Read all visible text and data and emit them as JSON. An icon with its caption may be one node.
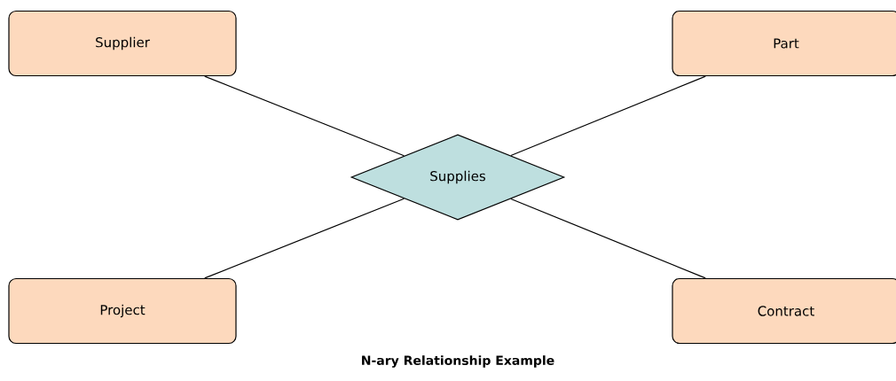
{
  "diagram": {
    "caption": "N-ary Relationship Example",
    "nodes": [
      {
        "text": [
          "Supplier"
        ]
      },
      {
        "text": [
          "Part"
        ]
      },
      {
        "text": [
          "Supplies"
        ]
      },
      {
        "text": [
          "Project"
        ]
      },
      {
        "text": [
          "Contract"
        ]
      }
    ],
    "edges": [
      {
        "from": 0,
        "to": 2,
        "arrow": "none"
      },
      {
        "from": 1,
        "to": 2,
        "arrow": "none"
      },
      {
        "from": 3,
        "to": 2,
        "arrow": "none"
      },
      {
        "from": 4,
        "to": 2,
        "arrow": "none"
      }
    ]
  }
}
